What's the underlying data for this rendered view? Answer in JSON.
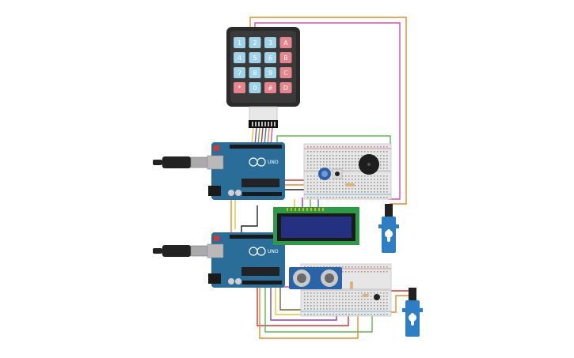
{
  "keypad": {
    "keys": [
      [
        "1",
        "2",
        "3",
        "A"
      ],
      [
        "4",
        "5",
        "6",
        "B"
      ],
      [
        "7",
        "8",
        "9",
        "C"
      ],
      [
        "*",
        "0",
        "#",
        "D"
      ]
    ],
    "number_key_color": "#9fd3ea",
    "letter_key_color": "#e9848c"
  },
  "arduino_top": {
    "brand_text": "UNO"
  },
  "arduino_bottom": {
    "brand_text": "UNO"
  },
  "colors": {
    "board": "#2a6d98",
    "lcd_pcb": "#2e9a48",
    "lcd_screen": "#243080",
    "servo": "#2d7ec4",
    "sensor_pcb": "#2a63a8",
    "breadboard": "#e6e6e6",
    "wire_orange": "#e8882a",
    "wire_green": "#5cba4f",
    "wire_red": "#d43535",
    "wire_purple": "#8a3fb6",
    "wire_yellow": "#e2c72e",
    "wire_brown": "#8a5a2a",
    "wire_pink": "#d84db4",
    "wire_black": "#222222"
  }
}
